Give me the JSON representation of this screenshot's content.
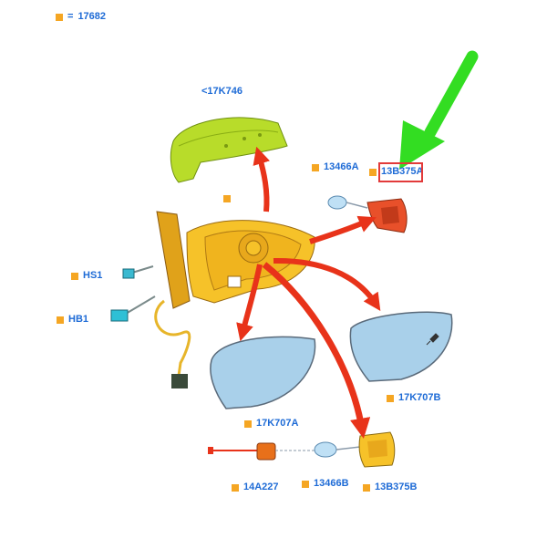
{
  "colors": {
    "marker": "#f5a623",
    "label": "#1e6bd6",
    "highlight": "#e23a3a",
    "pointer": "#33dd22",
    "arrow": "#e8331a"
  },
  "header": {
    "symbol": "=",
    "code": "17682"
  },
  "labels": {
    "cover": "<17K746",
    "bulb_top": "13466A",
    "lamp_top": "13B375A",
    "housing": "",
    "screw": "HS1",
    "bolt": "HB1",
    "glass_left": "17K707A",
    "glass_right": "17K707B",
    "harness": "14A227",
    "bulb_bottom": "13466B",
    "lamp_bottom": "13B375B"
  },
  "icons": {
    "marker": "orange-square-icon",
    "pointer": "green-arrow-icon",
    "arrow": "red-arrow-icon"
  }
}
